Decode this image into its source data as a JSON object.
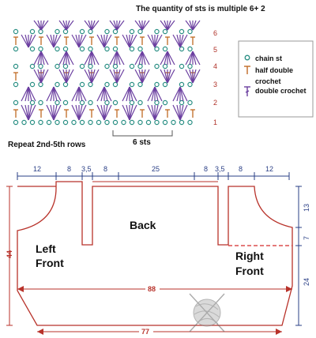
{
  "stitch_chart": {
    "title": "The quantity of sts is multiple 6+ 2",
    "row_numbers": [
      "1",
      "2",
      "3",
      "4",
      "5",
      "6"
    ],
    "footer_left": "Repeat 2nd-5th rows",
    "footer_repeat": "6 sts"
  },
  "legend": {
    "items": [
      {
        "icon": "chain-stitch-icon",
        "label": "chain st"
      },
      {
        "icon": "half-double-crochet-icon",
        "label": "half double"
      },
      {
        "icon": "",
        "label": "crochet"
      },
      {
        "icon": "double-crochet-icon",
        "label": "double crochet"
      }
    ]
  },
  "schematic": {
    "top_dims": [
      "12",
      "8",
      "3,5",
      "8",
      "25",
      "8",
      "3,5",
      "8",
      "12"
    ],
    "right_dims": [
      "13",
      "7",
      "24"
    ],
    "left_dim": "44",
    "width_88": "88",
    "width_77": "77",
    "labels": {
      "back": "Back",
      "left_front_1": "Left",
      "left_front_2": "Front",
      "right_front_1": "Right",
      "right_front_2": "Front"
    }
  },
  "colors": {
    "chain": "#2a8f84",
    "hdc": "#c06a24",
    "dc": "#6b3fa0",
    "dim_blue": "#2a3f86",
    "dim_red": "#b8322a",
    "outline": "#b8322a"
  }
}
